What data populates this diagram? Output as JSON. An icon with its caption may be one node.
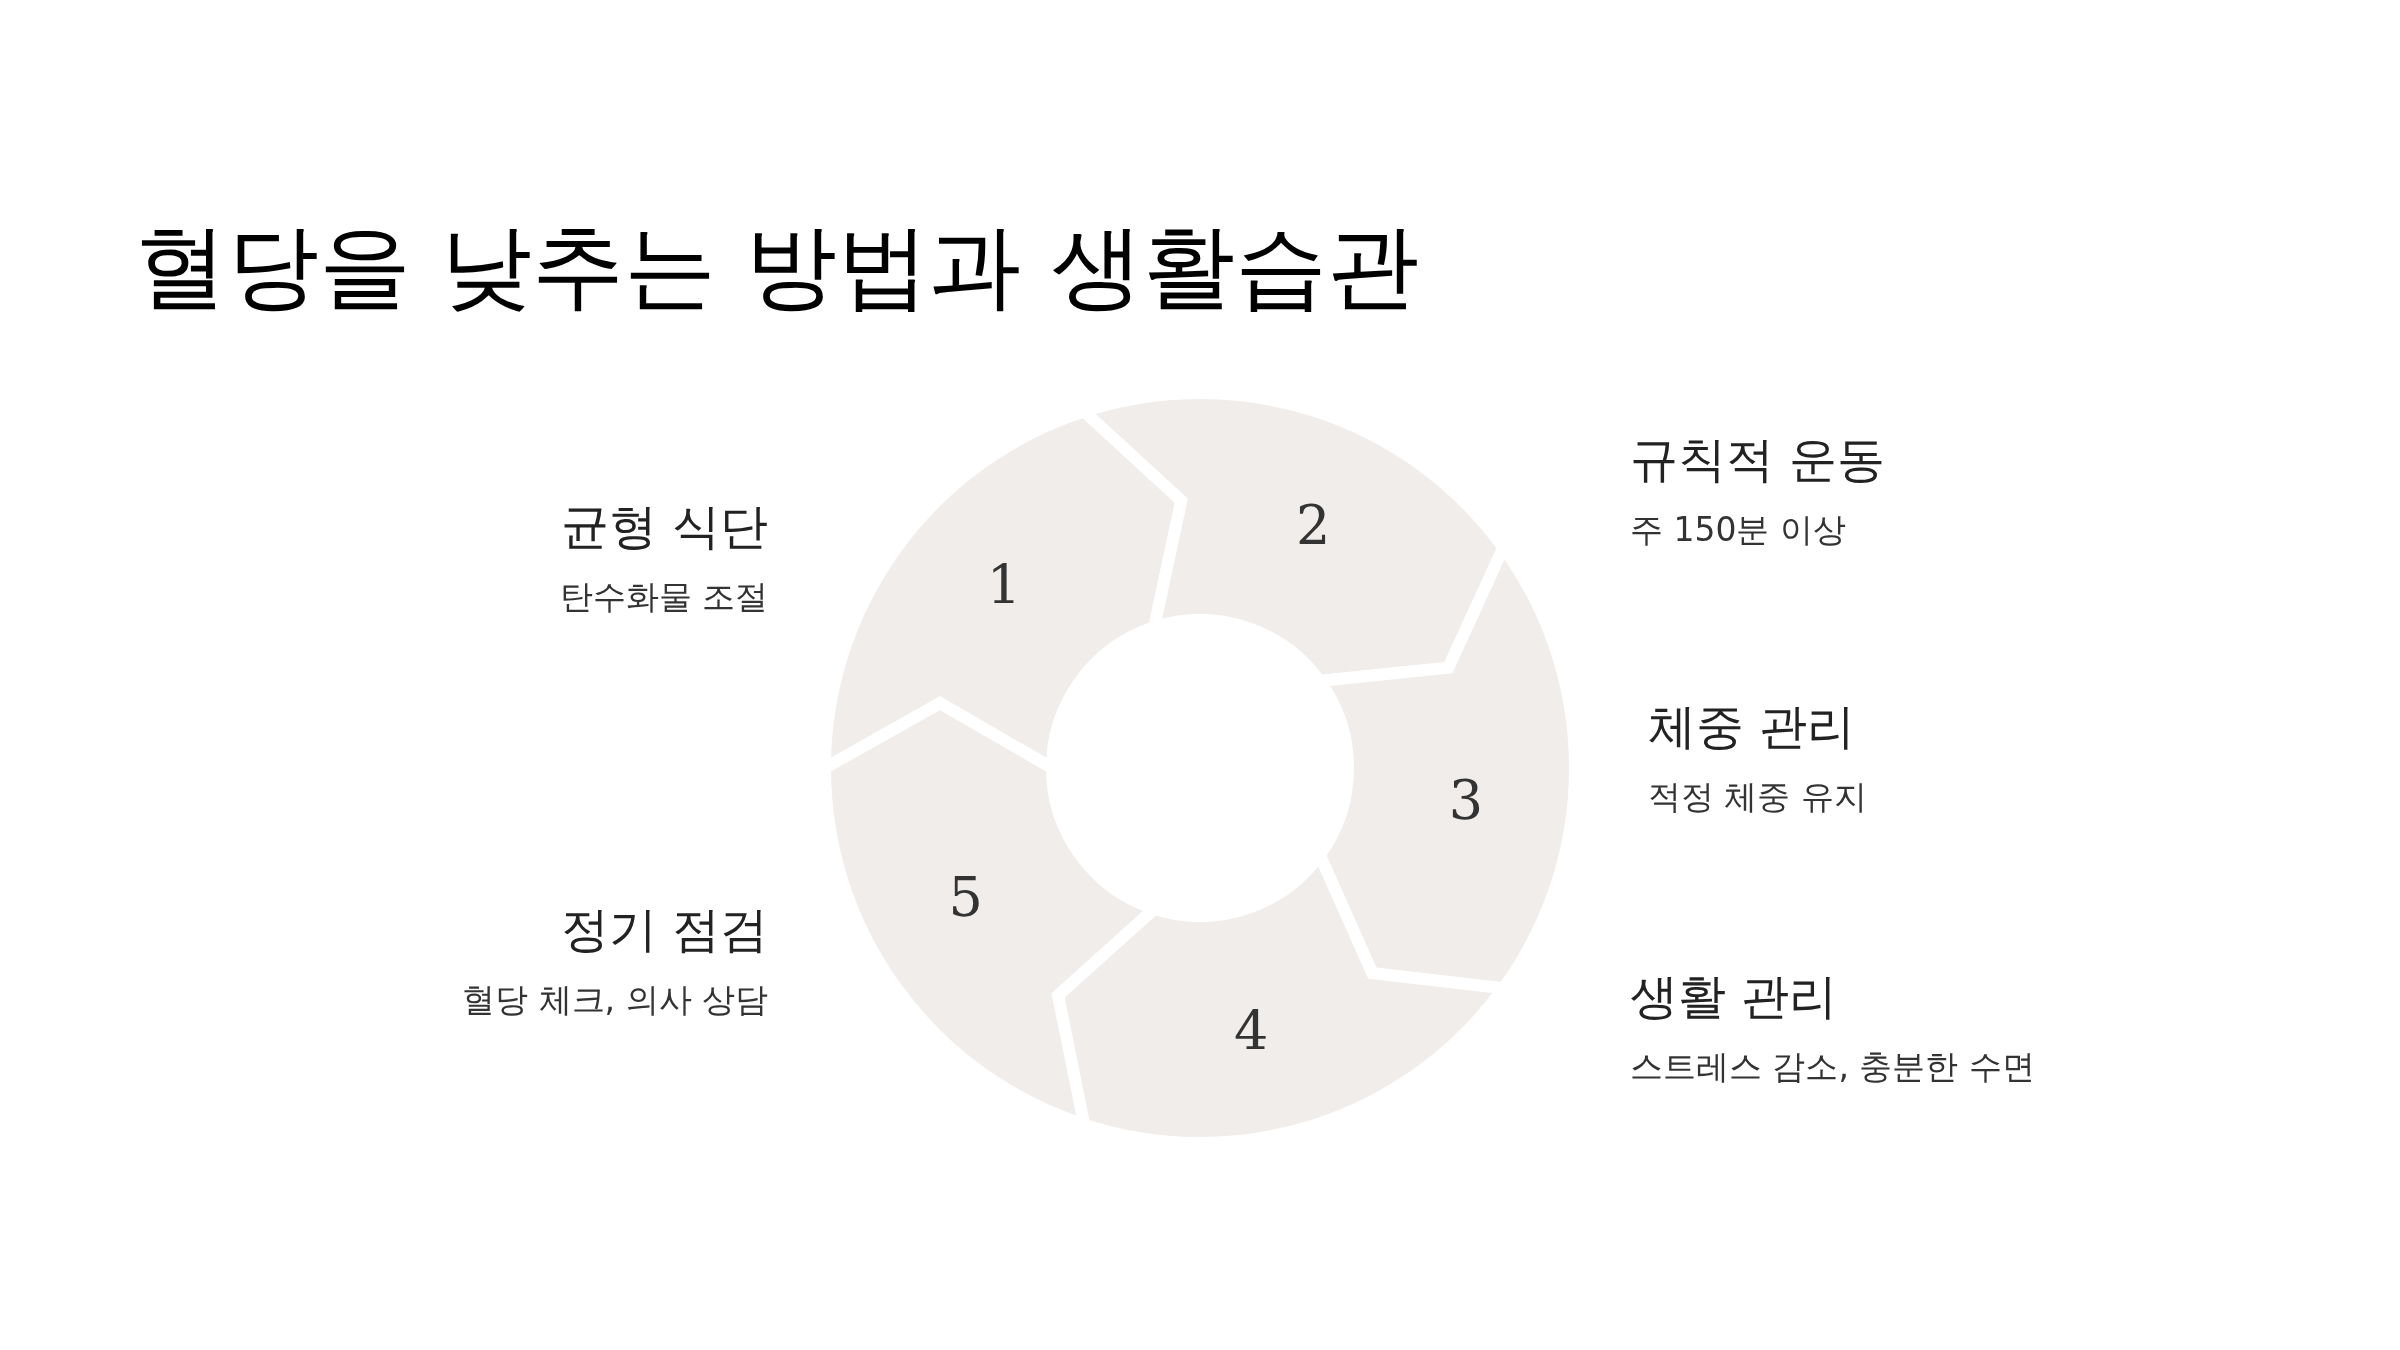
{
  "diagram": {
    "title": "혈당을 낮추는 방법과 생활습관",
    "nodes": [
      {
        "text": [
          "1"
        ],
        "beside": [
          "균형 식단",
          "탄수화물 조절"
        ]
      },
      {
        "text": [
          "2"
        ],
        "beside": [
          "규칙적 운동",
          "주 150분 이상"
        ]
      },
      {
        "text": [
          "3"
        ],
        "beside": [
          "체중 관리",
          "적정 체중 유지"
        ]
      },
      {
        "text": [
          "4"
        ],
        "beside": [
          "생활 관리",
          "스트레스 감소, 충분한 수면"
        ]
      },
      {
        "text": [
          "5"
        ],
        "beside": [
          "정기 점검",
          "혈당 체크, 의사 상담"
        ]
      }
    ]
  }
}
